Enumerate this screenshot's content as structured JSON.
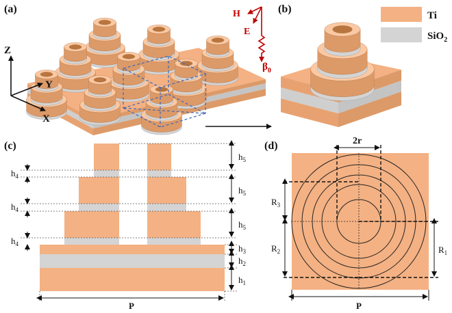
{
  "panels": {
    "a": "(a)",
    "b": "(b)",
    "c": "(c)",
    "d": "(d)"
  },
  "legend": [
    {
      "name": "Ti",
      "color": "#f4b183"
    },
    {
      "name": "SiO",
      "sub": "2",
      "color": "#d4d4d4"
    }
  ],
  "axes": {
    "x": "X",
    "y": "Y",
    "z": "Z"
  },
  "wave": {
    "h": "H",
    "e": "E",
    "beta": "β",
    "beta_sub": "0"
  },
  "dims_c": {
    "h1": "h",
    "h1_sub": "1",
    "h2": "h",
    "h2_sub": "2",
    "h3": "h",
    "h3_sub": "3",
    "h4": "h",
    "h4_sub": "4",
    "h5": "h",
    "h5_sub": "5",
    "p": "P"
  },
  "dims_d": {
    "two_r": "2r",
    "r1": "R",
    "r1_sub": "1",
    "r2": "R",
    "r2_sub": "2",
    "r3": "R",
    "r3_sub": "3",
    "p": "P"
  },
  "colors": {
    "ti": "#f4b183",
    "ti_dark": "#dc9a68",
    "ti_light": "#fac9a3",
    "sio2": "#d4d4d4",
    "wave_red": "#c00000",
    "box_blue": "#4a6bb5"
  }
}
